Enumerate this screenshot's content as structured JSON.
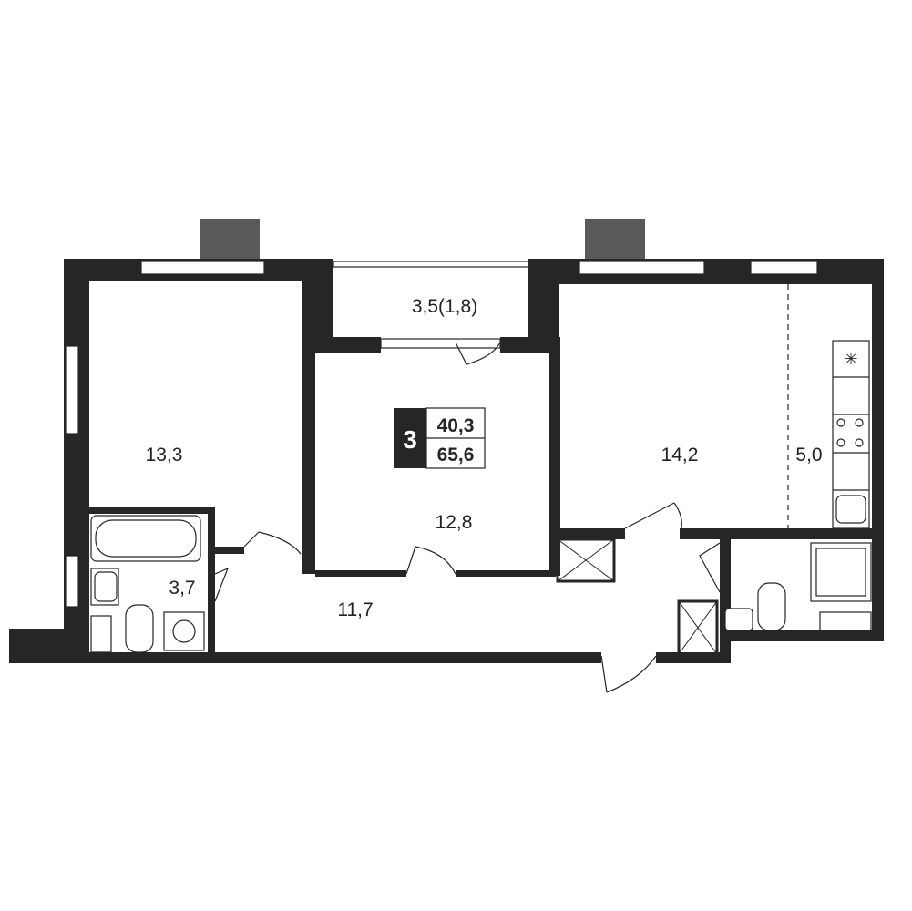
{
  "plan": {
    "rooms": [
      {
        "id": "bedroom-left",
        "area": "13,3"
      },
      {
        "id": "balcony",
        "area": "3,5(1,8)"
      },
      {
        "id": "bedroom-center",
        "area": "12,8"
      },
      {
        "id": "living-room",
        "area": "14,2"
      },
      {
        "id": "kitchen-zone",
        "area": "5,0"
      },
      {
        "id": "bathroom",
        "area": "3,7"
      },
      {
        "id": "hallway",
        "area": "11,7"
      }
    ],
    "badge": {
      "rooms_count": "3",
      "living_area": "40,3",
      "total_area": "65,6"
    },
    "colors": {
      "wall": "#262626",
      "radiator": "#595959",
      "background": "#ffffff"
    }
  }
}
